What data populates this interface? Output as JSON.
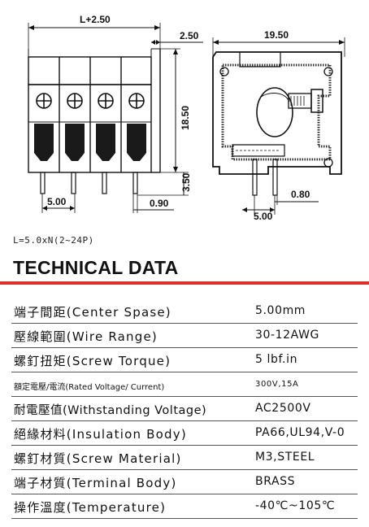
{
  "drawing": {
    "front": {
      "dim_top": "L+2.50",
      "dim_side_top": "2.50",
      "dim_height": "18.50",
      "dim_pin": "3.50",
      "dim_pitch": "5.00",
      "dim_pin_width": "0.90"
    },
    "side": {
      "dim_depth": "19.50",
      "dim_pin_pitch": "5.00",
      "dim_pin_width": "0.80"
    }
  },
  "formula": "L=5.0xN(2~24P)",
  "heading": "TECHNICAL DATA",
  "accent_color": "#d8312e",
  "specs": [
    {
      "label": "端子間距(Center Spase)",
      "value": "5.00mm"
    },
    {
      "label": "壓線範圍(Wire Range)",
      "value": "30-12AWG"
    },
    {
      "label": "螺釘扭矩(Screw Torque)",
      "value": "5 lbf.in"
    },
    {
      "label": "額定電壓/電流(Rated Voltage/ Current)",
      "value": "300V,15A"
    },
    {
      "label": "耐電壓值(Withstanding Voltage)",
      "value": "AC2500V"
    },
    {
      "label": "絕緣材料(Insulation Body)",
      "value": "PA66,UL94,V-0"
    },
    {
      "label": "螺釘材質(Screw Material)",
      "value": "M3,STEEL"
    },
    {
      "label": "端子材質(Terminal Body)",
      "value": "BRASS"
    },
    {
      "label": "操作溫度(Temperature)",
      "value": "-40℃~105℃"
    }
  ]
}
